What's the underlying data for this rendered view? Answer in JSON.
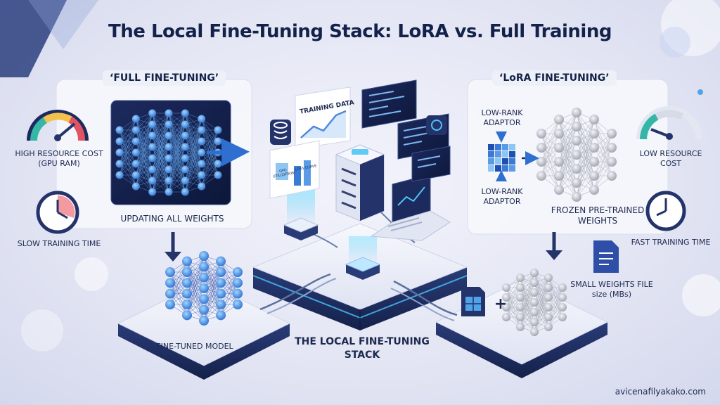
{
  "title": "The Local Fine-Tuning Stack: LoRA vs. Full Training",
  "full": {
    "heading": "‘FULL FINE-TUNING’",
    "cost": "HIGH RESOURCE COST (GPU RAM)",
    "time": "SLOW TRAINING TIME",
    "updating": "UPDATING ALL WEIGHTS",
    "result": "FINE-TUNED MODEL"
  },
  "lora": {
    "heading": "‘LoRA FINE-TUNING’",
    "adaptor_top": "LOW-RANK ADAPTOR",
    "adaptor_bottom": "LOW-RANK ADAPTOR",
    "frozen": "FROZEN PRE-TRAINED WEIGHTS",
    "cost": "LOW RESOURCE COST",
    "time": "FAST TRAINING TIME",
    "result": "SMALL WEIGHTS FILE size (MBs)"
  },
  "center": {
    "training_data": "TRAINING DATA",
    "gpu": "GPU UTILIZATION",
    "loss": "LOSS CURVE",
    "stack": "THE LOCAL FINE-TUNING STACK"
  },
  "plus": "+",
  "watermark": "avicenafilyakako.com",
  "colors": {
    "navy": "#12224a",
    "accent": "#3a7bd5",
    "glow": "#4fc3f7",
    "red": "#e05561",
    "teal": "#35b7a8"
  },
  "icons": [
    "gauge-high-icon",
    "clock-slow-icon",
    "gauge-low-icon",
    "clock-fast-icon",
    "database-icon",
    "server-icon",
    "laptop-icon",
    "file-icon",
    "neural-network-icon",
    "arrow-down-icon"
  ]
}
